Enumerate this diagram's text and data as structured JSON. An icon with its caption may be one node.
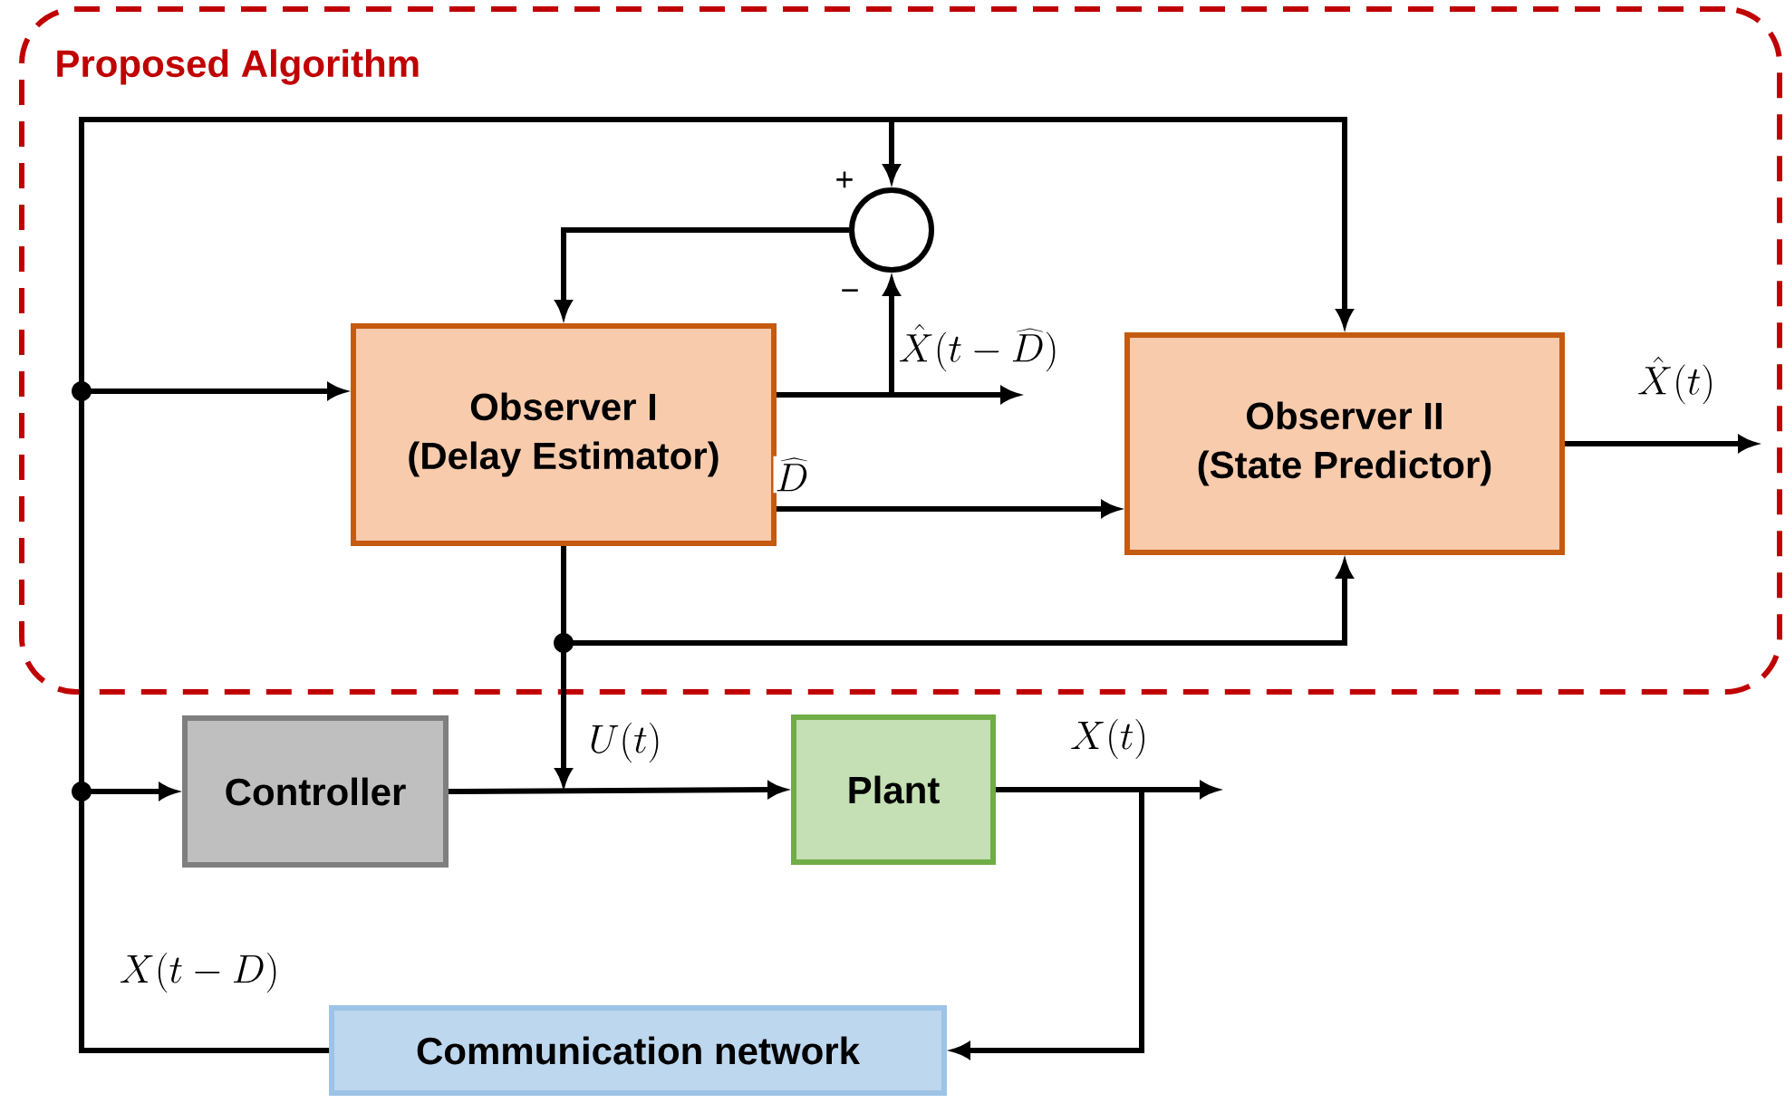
{
  "diagram": {
    "nodes": [
      {
        "text": [
          "Proposed Algorithm"
        ]
      },
      {
        "text": [],
        "shape": "circle",
        "in": 0,
        "beside": [
          "+",
          "−"
        ]
      },
      {
        "text": [
          "Observer I",
          "(Delay Estimator)"
        ],
        "in": 0
      },
      {
        "text": [
          "Observer II",
          "(State Predictor)"
        ],
        "in": 0
      },
      {
        "text": [
          "Controller"
        ]
      },
      {
        "text": [
          "Plant"
        ]
      },
      {
        "text": [
          "Communication network"
        ]
      }
    ],
    "edges": [
      {
        "from": 6,
        "to": 1,
        "arrow": "to"
      },
      {
        "from": 6,
        "to": 3,
        "arrow": "to"
      },
      {
        "from": 6,
        "to": 2,
        "arrow": "to"
      },
      {
        "from": 6,
        "to": 4,
        "arrow": "to",
        "label": "X(t-D)"
      },
      {
        "from": 1,
        "to": 2,
        "arrow": "to"
      },
      {
        "from": 2,
        "to": 1,
        "arrow": "to"
      },
      {
        "from": 2,
        "to": null,
        "arrow": "to",
        "label": "\\hat{X}(t-\\widehat{D})"
      },
      {
        "from": 2,
        "to": 3,
        "arrow": "to",
        "label": "\\widehat{D}"
      },
      {
        "from": 3,
        "to": null,
        "arrow": "to",
        "label": "\\hat{X}(t)"
      },
      {
        "from": 2,
        "to": 3,
        "arrow": "to"
      },
      {
        "from": 2,
        "to": null,
        "arrow": "to"
      },
      {
        "from": 4,
        "to": 5,
        "arrow": "to",
        "label": "U(t)"
      },
      {
        "from": 5,
        "to": null,
        "arrow": "to",
        "label": "X(t)"
      },
      {
        "from": 5,
        "to": 6,
        "arrow": "to"
      }
    ]
  }
}
